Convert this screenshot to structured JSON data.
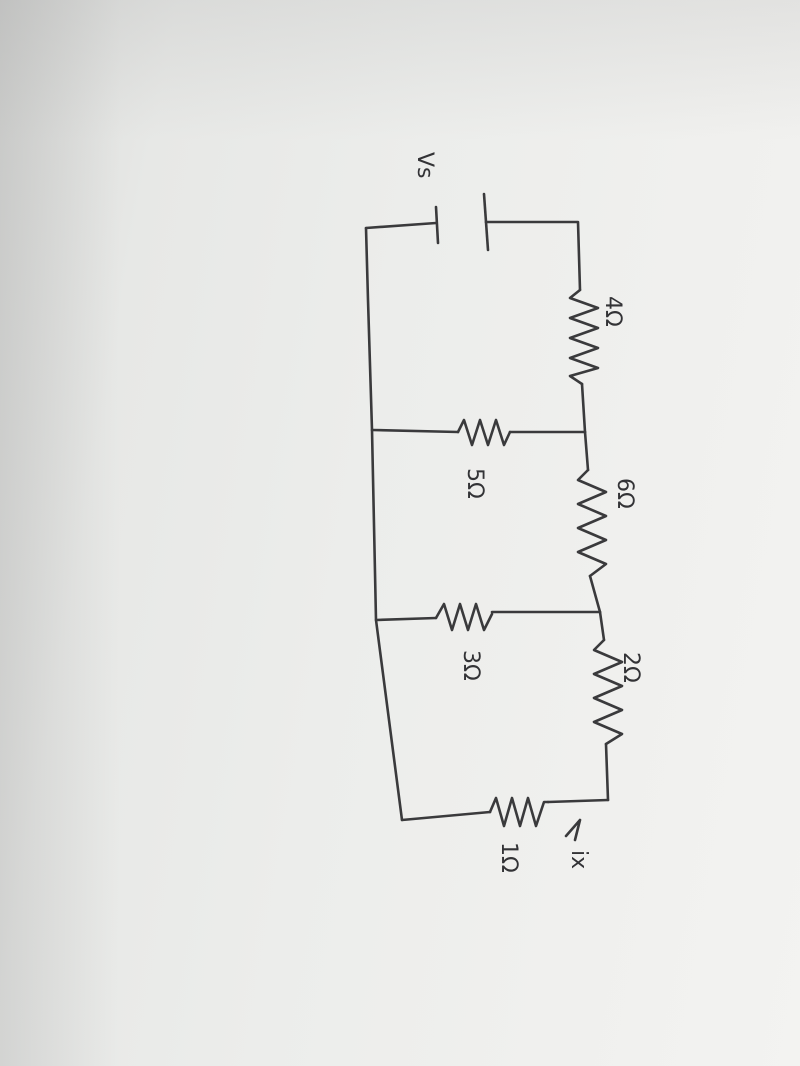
{
  "diagram": {
    "source": {
      "label": "Vs"
    },
    "resistors": [
      {
        "id": "R1",
        "label": "4Ω"
      },
      {
        "id": "R2",
        "label": "5Ω"
      },
      {
        "id": "R3",
        "label": "6Ω"
      },
      {
        "id": "R4",
        "label": "3Ω"
      },
      {
        "id": "R5",
        "label": "2Ω"
      },
      {
        "id": "R6",
        "label": "1Ω"
      }
    ],
    "current": {
      "label": "ix"
    }
  }
}
